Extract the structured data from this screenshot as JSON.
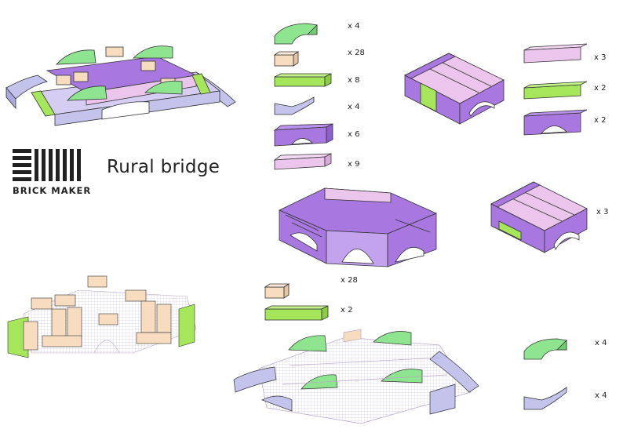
{
  "title": "Rural bridge",
  "brand": {
    "name": "BRICK MAKER"
  },
  "parts": [
    {
      "qty": "x 4",
      "shape": "arch-quarter"
    },
    {
      "qty": "x 28",
      "shape": "small-cube"
    },
    {
      "qty": "x 8",
      "shape": "long-bar"
    },
    {
      "qty": "x 4",
      "shape": "curved-ramp"
    },
    {
      "qty": "x 6",
      "shape": "arch-block"
    },
    {
      "qty": "x 9",
      "shape": "plank"
    }
  ],
  "module_small": {
    "parts": [
      {
        "qty": "x 3",
        "shape": "plank"
      },
      {
        "qty": "x 2",
        "shape": "long-bar"
      },
      {
        "qty": "x 2",
        "shape": "arch-block"
      }
    ]
  },
  "module_side": {
    "qty": "x 3"
  },
  "stage2_parts": [
    {
      "qty": "x 28",
      "shape": "small-cube"
    },
    {
      "qty": "x 2",
      "shape": "long-bar"
    }
  ],
  "stage3_parts": [
    {
      "qty": "x 4",
      "shape": "arch-quarter"
    },
    {
      "qty": "x 4",
      "shape": "curved-ramp"
    }
  ],
  "colors": {
    "green": "#8ee48f",
    "lime": "#a6e65a",
    "cream": "#f7dcc0",
    "lavender": "#c3c3ec",
    "purple": "#a878e0",
    "pink": "#ecc5ec",
    "outline": "#333333"
  }
}
